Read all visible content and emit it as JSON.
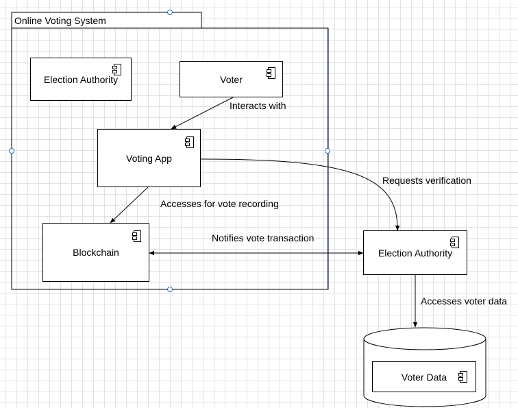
{
  "package": {
    "title": "Online Voting System"
  },
  "components": {
    "election_authority_inner": "Election Authority",
    "voter": "Voter",
    "voting_app": "Voting App",
    "blockchain": "Blockchain",
    "election_authority_outer": "Election Authority",
    "voter_data": "Voter Data"
  },
  "edges": {
    "interacts_with": "Interacts with",
    "accesses_for_vote_recording": "Accesses for vote recording",
    "requests_verification": "Requests verification",
    "notifies_vote_transaction": "Notifies vote transaction",
    "accesses_voter_data": "Accesses voter data"
  },
  "colors": {
    "stroke": "#000000",
    "selection_handle": "#2e6fbd",
    "grid": "#e2e2e2"
  }
}
